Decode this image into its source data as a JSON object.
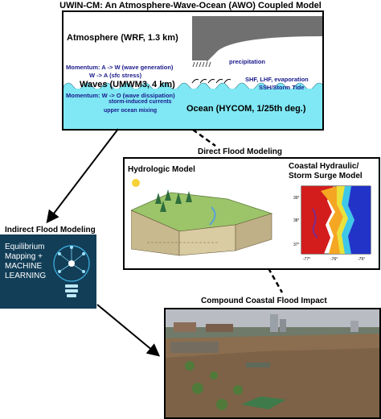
{
  "header": {
    "title": "UWIN-CM: An Atmosphere-Wave-Ocean (AWO) Coupled Model"
  },
  "awo": {
    "atmosphere": "Atmosphere (WRF, 1.3 km)",
    "precipitation": "precipitation",
    "momentum_aw1": "Momentum: A -> W (wave generation)",
    "momentum_aw2": "W -> A (sfc stress)",
    "waves": "Waves (UMWM3, 4 km)",
    "shf": "SHF, LHF, evaporation",
    "ssh": "SSH/Storm Tide",
    "momentum_wo": "Momentum: W -> O (wave dissipation)",
    "currents": "storm-induced currents",
    "mixing": "upper ocean mixing",
    "ocean": "Ocean (HYCOM, 1/25th deg.)",
    "colors": {
      "ocean": "#7fe8f4",
      "text_blue": "#1a1a8c"
    }
  },
  "direct": {
    "title": "Direct Flood Modeling",
    "hydrologic": "Hydrologic Model",
    "coastal_line1": "Coastal Hydraulic/",
    "coastal_line2": "Storm Surge Model",
    "lat_labels": [
      "39°",
      "38°",
      "37°"
    ],
    "lon_labels": [
      "-77°",
      "-76°",
      "-75°"
    ]
  },
  "indirect": {
    "title": "Indirect Flood Modeling",
    "line1": "Equilibrium",
    "line2": "Mapping +",
    "line3": "MACHINE",
    "line4": "LEARNING",
    "bg_color": "#123e58"
  },
  "impact": {
    "title": "Compound Coastal Flood Impact"
  }
}
